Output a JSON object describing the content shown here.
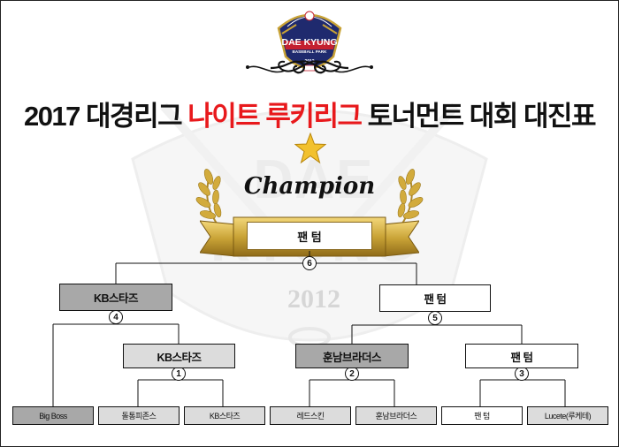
{
  "logo": {
    "line1": "DAE KYUNG",
    "line2": "BASEBALL PARK",
    "line3": "2012"
  },
  "watermark": {
    "text": "DAE KYUNG",
    "year": "2012"
  },
  "title": {
    "part1": "2017 대경리그 ",
    "highlight": "나이트 루키리그",
    "part2": " 토너먼트 대회 대진표"
  },
  "champion_heading": "Champion",
  "champion_team": "팬 텀",
  "colors": {
    "highlight": "#e8191c",
    "gold": "#c9a336",
    "dark_box": "#a8a8a8",
    "light_box": "#dcdcdc"
  },
  "bracket": {
    "final": {
      "number": "6",
      "left": "KB스타즈",
      "right": "팬 텀"
    },
    "semis": [
      {
        "number": "4",
        "top": "KB스타즈"
      },
      {
        "number": "5",
        "top": "팬 텀"
      }
    ],
    "quarters": [
      {
        "number": "1",
        "label": "KB스타즈"
      },
      {
        "number": "2",
        "label": "훈남브라더스"
      },
      {
        "number": "3",
        "label": "팬 텀"
      }
    ],
    "first_round": [
      "Big Boss",
      "돌통피존스",
      "KB스타즈",
      "레드스킨",
      "훈남브라더스",
      "팬 텀",
      "Lucete(루케테)"
    ]
  }
}
